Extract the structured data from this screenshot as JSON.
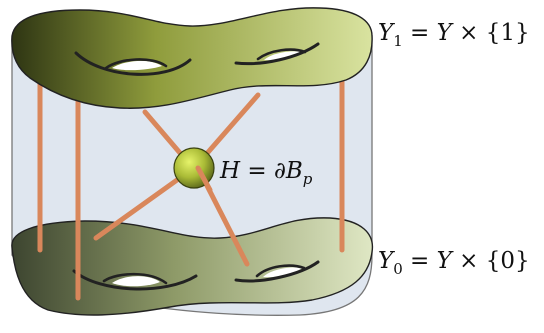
{
  "labels": {
    "top": {
      "var": "Y",
      "sub": "1",
      "rest_eq": " = ",
      "rest_var": "Y",
      "rest_times": " × {1}"
    },
    "bottom": {
      "var": "Y",
      "sub": "0",
      "rest_eq": " = ",
      "rest_var": "Y",
      "rest_times": " × {0}"
    },
    "middle": {
      "var": "H",
      "eq": " = ∂",
      "var2": "B",
      "sub": "p"
    }
  },
  "colors": {
    "cylinder_fill": "#dfe6ef",
    "surface_dark": "#2e3513",
    "surface_mid": "#8f9c3c",
    "surface_light": "#d9e3a0",
    "bottom_dark": "#3d4530",
    "bottom_light": "#dfe7c4",
    "rod": "#d9875b",
    "ball_light": "#e6f36a",
    "ball_dark": "#58641a"
  }
}
